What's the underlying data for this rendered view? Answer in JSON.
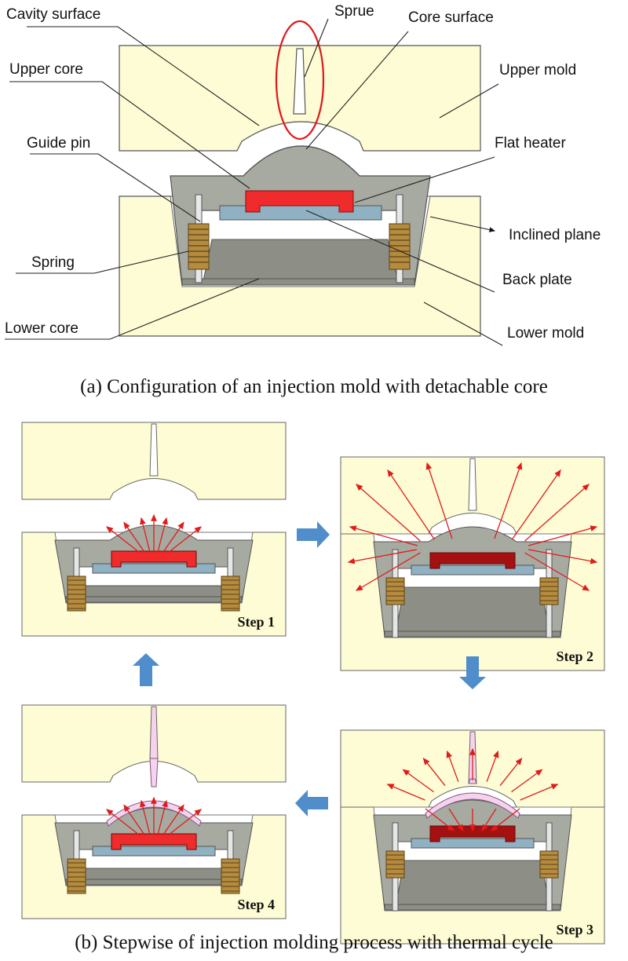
{
  "labels": {
    "cavity_surface": "Cavity surface",
    "sprue": "Sprue",
    "core_surface": "Core surface",
    "upper_core": "Upper core",
    "upper_mold": "Upper mold",
    "guide_pin": "Guide pin",
    "flat_heater": "Flat heater",
    "inclined_plane": "Inclined plane",
    "spring": "Spring",
    "back_plate": "Back plate",
    "lower_core": "Lower core",
    "lower_mold": "Lower mold"
  },
  "captions": {
    "a": "(a) Configuration of an injection mold with detachable core",
    "b": "(b) Stepwise of injection molding process with thermal cycle"
  },
  "steps": {
    "s1": "Step 1",
    "s2": "Step 2",
    "s3": "Step 3",
    "s4": "Step 4"
  },
  "colors": {
    "mold": "#fdfcd4",
    "core_gray": "#a7aaa1",
    "lower_core": "#8d8e85",
    "back_plate": "#8fb1c2",
    "heater_red": "#ef2b2b",
    "heater_dark": "#a51010",
    "spring": "#b58b3f",
    "plastic": "#f6d2ee",
    "heat_arrow": "#e11b1b",
    "flow_arrow": "#4f8ecb",
    "sprue_mark": "#e0161b"
  }
}
